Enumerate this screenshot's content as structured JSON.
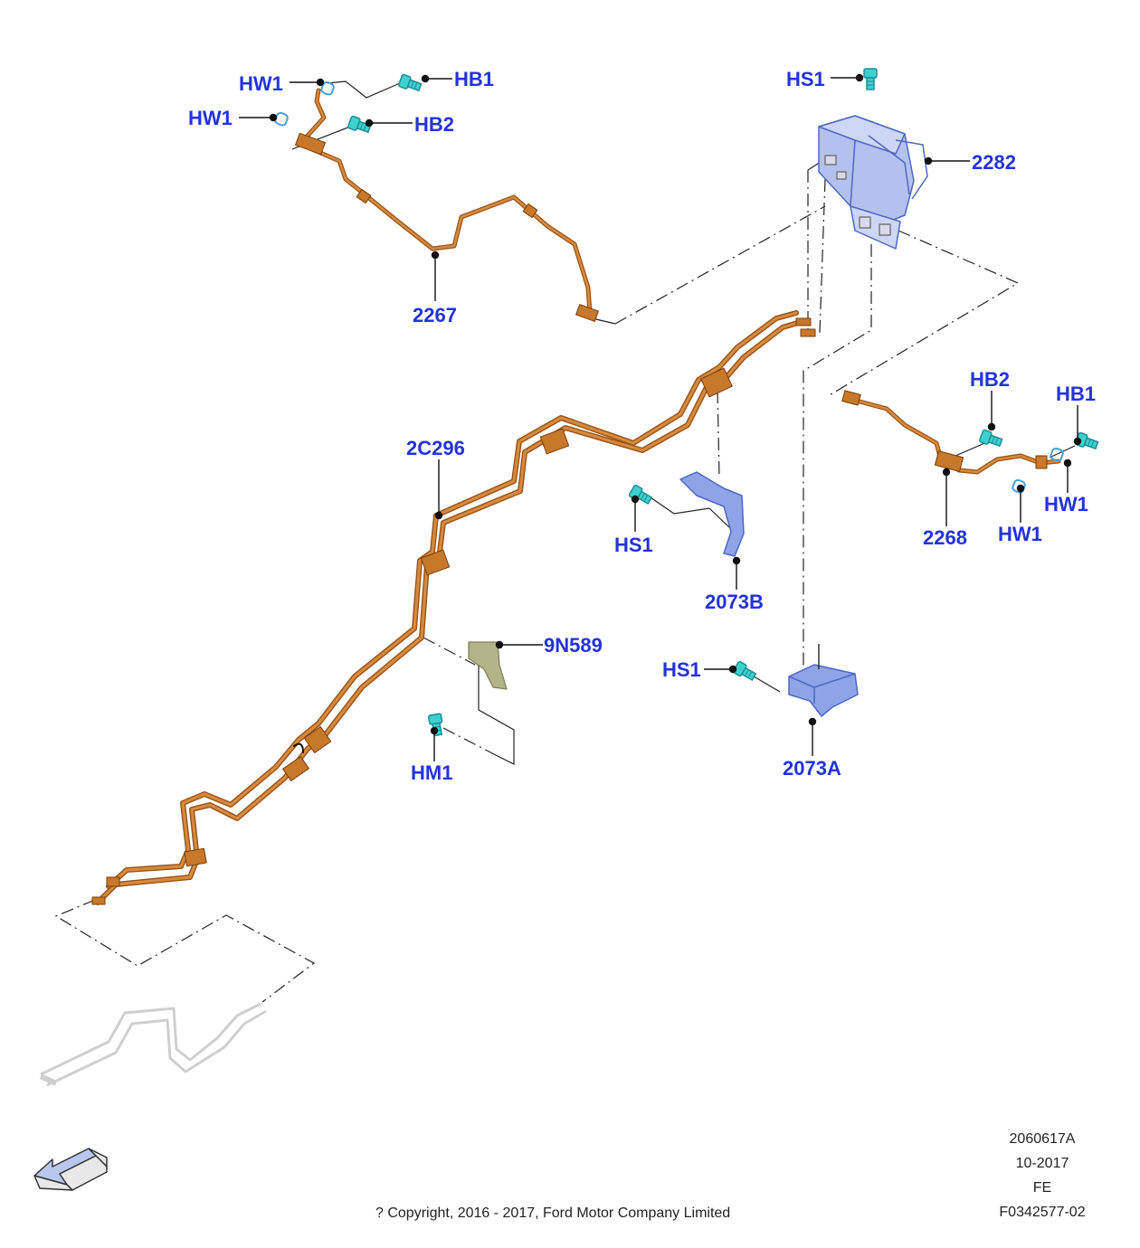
{
  "diagram": {
    "colors": {
      "label": "#2233dd",
      "pipe": "#c8782a",
      "pipe_dark": "#9a5214",
      "bracket_blue": "#8ea4e6",
      "bracket_blue_dark": "#4d68c2",
      "fastener": "#3fd0d0",
      "fastener_dark": "#1a8f95",
      "bracket_khaki": "#b3b38a",
      "ghost": "#c8c8c8",
      "leader": "#111111"
    },
    "icons": [
      "bolt-icon",
      "washer-icon",
      "bracket-icon",
      "direction-arrow-icon"
    ],
    "callouts": {
      "hw1_a": "HW1",
      "hb1_a": "HB1",
      "hw1_b": "HW1",
      "hb2_a": "HB2",
      "part_2267": "2267",
      "hs1_top": "HS1",
      "part_2282": "2282",
      "part_2c296": "2C296",
      "hb2_b": "HB2",
      "hb1_b": "HB1",
      "hw1_c": "HW1",
      "hw1_d": "HW1",
      "part_2268": "2268",
      "hs1_mid": "HS1",
      "part_2073b": "2073B",
      "part_9n589": "9N589",
      "hs1_low": "HS1",
      "part_2073a": "2073A",
      "hm1": "HM1"
    }
  },
  "footer": {
    "copyright": "? Copyright, 2016 - 2017, Ford Motor Company Limited",
    "code_1": "2060617A",
    "date": "10-2017",
    "region": "FE",
    "code_2": "F0342577-02"
  }
}
